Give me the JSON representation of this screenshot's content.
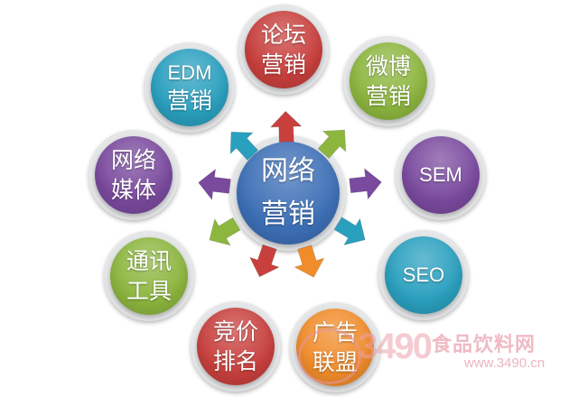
{
  "center": {
    "lines": [
      "网络",
      "营销"
    ],
    "color": "#3d6fb6"
  },
  "nodes": [
    {
      "id": "luntan",
      "lines": [
        "论坛",
        "营销"
      ],
      "color": "#c8403d",
      "arrow_color": "#c8403d"
    },
    {
      "id": "weibo",
      "lines": [
        "微博",
        "营销"
      ],
      "color": "#8db63f",
      "arrow_color": "#8db63f"
    },
    {
      "id": "sem",
      "lines": [
        "SEM"
      ],
      "color": "#7a4a9e",
      "arrow_color": "#7a4a9e"
    },
    {
      "id": "seo",
      "lines": [
        "SEO"
      ],
      "color": "#2aa0bf",
      "arrow_color": "#2aa0bf"
    },
    {
      "id": "guanggao",
      "lines": [
        "广告",
        "联盟"
      ],
      "color": "#f08c2a",
      "arrow_color": "#f08c2a"
    },
    {
      "id": "jingjia",
      "lines": [
        "竞价",
        "排名"
      ],
      "color": "#c8403d",
      "arrow_color": "#c8403d"
    },
    {
      "id": "tongxun",
      "lines": [
        "通讯",
        "工具"
      ],
      "color": "#8db63f",
      "arrow_color": "#8db63f"
    },
    {
      "id": "wangluo-meiti",
      "lines": [
        "网络",
        "媒体"
      ],
      "color": "#7a4a9e",
      "arrow_color": "#7a4a9e"
    },
    {
      "id": "edm",
      "lines": [
        "EDM",
        "营销"
      ],
      "color": "#2aa0bf",
      "arrow_color": "#2aa0bf"
    }
  ],
  "watermark": {
    "digits": "3490",
    "site": "食品饮料网",
    "url": "www.3490.cn"
  }
}
